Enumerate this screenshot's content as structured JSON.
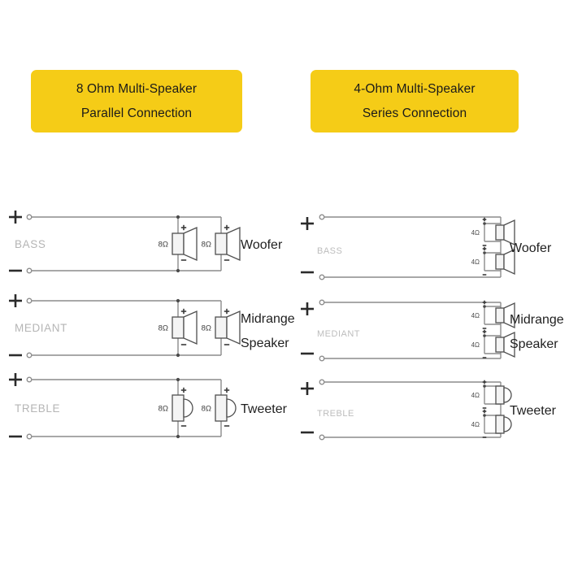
{
  "page": {
    "title": "Multi-Speaker Wiring Diagram",
    "background_color": "#ffffff"
  },
  "banners": {
    "accent_color": "#F5CC17",
    "left": {
      "line1": "8 Ohm Multi-Speaker",
      "line2": "Parallel Connection"
    },
    "right": {
      "line1": "4-Ohm Multi-Speaker",
      "line2": "Series Connection"
    }
  },
  "symbols": {
    "plus": "+",
    "minus": "−",
    "terminal_plus": "+",
    "terminal_minus": "−"
  },
  "diagrams": [
    {
      "id": "parallel",
      "wiring": "parallel",
      "impedance_per_speaker": "8Ω",
      "rows": [
        {
          "band_label": "BASS",
          "driver_label": "Woofer",
          "driver_label_line2": "",
          "driver_type": "cone",
          "speakers": [
            {
              "impedance": "8Ω",
              "plus": "+",
              "minus": "−"
            },
            {
              "impedance": "8Ω",
              "plus": "+",
              "minus": "−"
            }
          ]
        },
        {
          "band_label": "MEDIANT",
          "driver_label": "Midrange",
          "driver_label_line2": "Speaker",
          "driver_type": "cone",
          "speakers": [
            {
              "impedance": "8Ω",
              "plus": "+",
              "minus": "−"
            },
            {
              "impedance": "8Ω",
              "plus": "+",
              "minus": "−"
            }
          ]
        },
        {
          "band_label": "TREBLE",
          "driver_label": "Tweeter",
          "driver_label_line2": "",
          "driver_type": "dome",
          "speakers": [
            {
              "impedance": "8Ω",
              "plus": "+",
              "minus": "−"
            },
            {
              "impedance": "8Ω",
              "plus": "+",
              "minus": "−"
            }
          ]
        }
      ]
    },
    {
      "id": "series",
      "wiring": "series",
      "impedance_per_speaker": "4Ω",
      "rows": [
        {
          "band_label": "BASS",
          "driver_label": "Woofer",
          "driver_label_line2": "",
          "driver_type": "cone",
          "speakers": [
            {
              "impedance": "4Ω",
              "plus": "+",
              "minus": "−"
            },
            {
              "impedance": "4Ω",
              "plus": "+",
              "minus": "−"
            }
          ]
        },
        {
          "band_label": "MEDIANT",
          "driver_label": "Midrange",
          "driver_label_line2": "Speaker",
          "driver_type": "cone",
          "speakers": [
            {
              "impedance": "4Ω",
              "plus": "+",
              "minus": "−"
            },
            {
              "impedance": "4Ω",
              "plus": "+",
              "minus": "−"
            }
          ]
        },
        {
          "band_label": "TREBLE",
          "driver_label": "Tweeter",
          "driver_label_line2": "",
          "driver_type": "dome",
          "speakers": [
            {
              "impedance": "4Ω",
              "plus": "+",
              "minus": "−"
            },
            {
              "impedance": "4Ω",
              "plus": "+",
              "minus": "−"
            }
          ]
        }
      ]
    }
  ]
}
